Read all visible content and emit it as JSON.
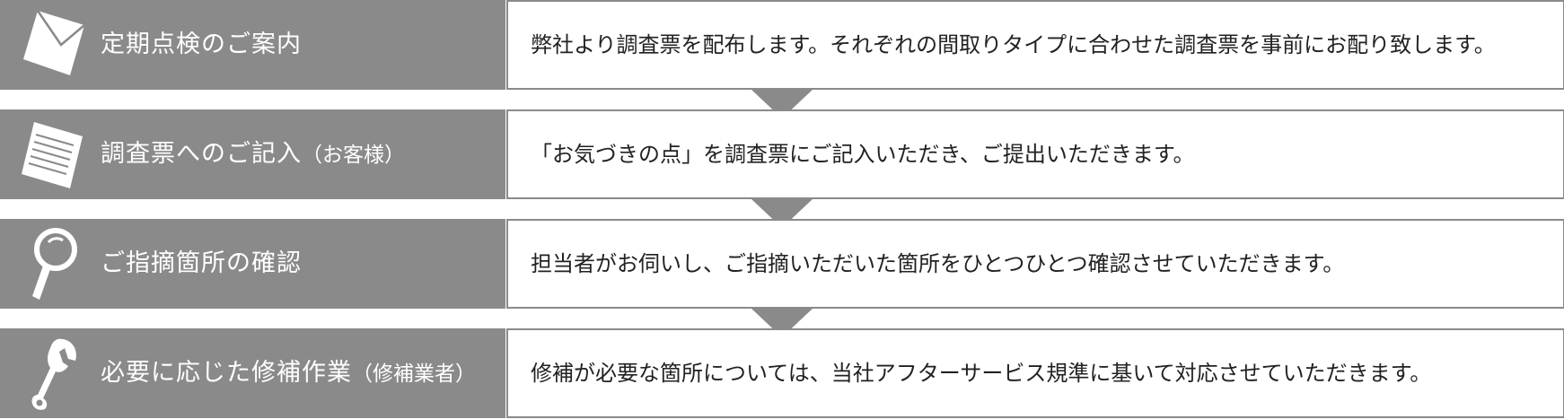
{
  "steps": [
    {
      "title": "定期点検のご案内",
      "note": "",
      "icon": "envelope-icon",
      "description": "弊社より調査票を配布します。それぞれの間取りタイプに合わせた調査票を事前にお配り致します。"
    },
    {
      "title": "調査票へのご記入",
      "note": "（お客様）",
      "icon": "document-icon",
      "description": "「お気づきの点」を調査票にご記入いただき、ご提出いただきます。"
    },
    {
      "title": "ご指摘箇所の確認",
      "note": "",
      "icon": "magnifier-icon",
      "description": "担当者がお伺いし、ご指摘いただいた箇所をひとつひとつ確認させていただきます。"
    },
    {
      "title": "必要に応じた修補作業",
      "note": "（修補業者）",
      "icon": "wrench-icon",
      "description": "修補が必要な箇所については、当社アフターサービス規準に基いて対応させていただきます。"
    }
  ],
  "colors": {
    "label_bg": "#8a8a8a",
    "label_text": "#ffffff",
    "box_border": "#8a8a8a",
    "desc_text": "#222222",
    "arrow": "#8a8a8a"
  }
}
